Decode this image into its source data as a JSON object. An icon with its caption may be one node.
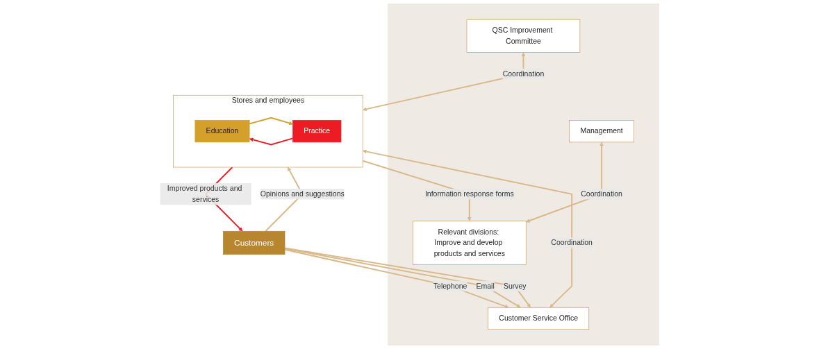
{
  "diagram": {
    "nodes": [
      {
        "text": [
          "Customers"
        ]
      },
      {
        "text": [],
        "shape": "box"
      },
      {
        "text": [
          "Customer Service Office"
        ],
        "in": 1
      },
      {
        "text": [
          "Management"
        ],
        "in": 1
      },
      {
        "text": [
          "QSC Improvement Committee"
        ],
        "in": 1
      },
      {
        "text": [
          "Relevant divisions: Improve and develop products and services"
        ],
        "in": 1
      },
      {
        "text": [
          "Stores and employees"
        ]
      },
      {
        "text": [
          "Education"
        ],
        "in": 6
      },
      {
        "text": [
          "Practice"
        ],
        "in": 6
      }
    ],
    "edges": [
      {
        "from": 0,
        "to": 2,
        "arrow": "to",
        "label": "Telephone"
      },
      {
        "from": 0,
        "to": 2,
        "arrow": "to",
        "label": "Email"
      },
      {
        "from": 0,
        "to": 2,
        "arrow": "to",
        "label": "Survey"
      },
      {
        "from": 0,
        "to": 6,
        "arrow": "to",
        "label": "Opinions and suggestions"
      },
      {
        "from": 6,
        "to": 0,
        "arrow": "to",
        "label": "Improved products and services",
        "color": "#ed1c24"
      },
      {
        "from": 2,
        "to": 6,
        "arrow": "both",
        "label": "Coordination"
      },
      {
        "from": 4,
        "to": 6,
        "arrow": "both",
        "label": "Coordination"
      },
      {
        "from": 3,
        "to": 5,
        "arrow": "both",
        "label": "Coordination"
      },
      {
        "from": 6,
        "to": 5,
        "arrow": "to",
        "label": "Information response forms"
      },
      {
        "from": 7,
        "to": 8,
        "arrow": "to",
        "color": "#d4a02a"
      },
      {
        "from": 8,
        "to": 7,
        "arrow": "to",
        "color": "#ed1c24"
      }
    ]
  }
}
